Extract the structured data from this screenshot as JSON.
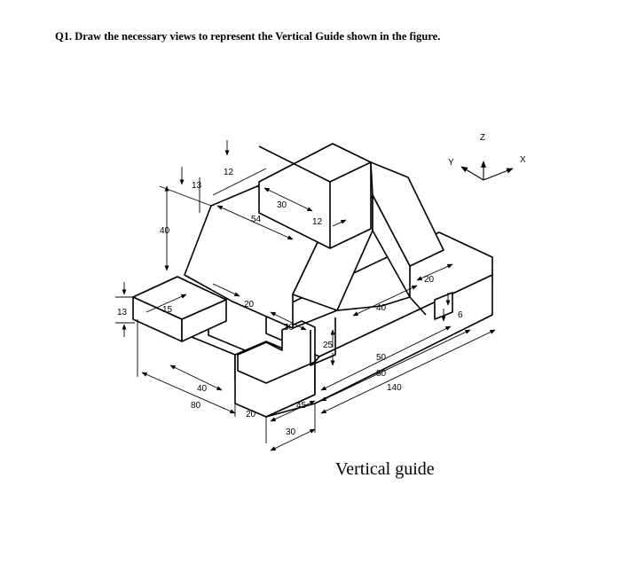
{
  "question": "Q1. Draw the necessary views to represent the Vertical Guide shown in the figure.",
  "caption": "Vertical guide",
  "axes": {
    "z": "Z",
    "y": "Y",
    "x": "X"
  },
  "dimensions": {
    "d12_top": "12",
    "d13_top": "13",
    "d40_left": "40",
    "d54": "54",
    "d30_top": "30",
    "d12_mid": "12",
    "d13_left": "13",
    "d15": "15",
    "d20_slot": "20",
    "d30_mid": "30",
    "d40_right": "40",
    "d20_right": "20",
    "d6": "6",
    "d25": "25",
    "d50": "50",
    "d80_right": "80",
    "d140": "140",
    "d40_bottom": "40",
    "d80_left": "80",
    "d20_bottom": "20",
    "d45": "45",
    "d30_bottom": "30"
  }
}
